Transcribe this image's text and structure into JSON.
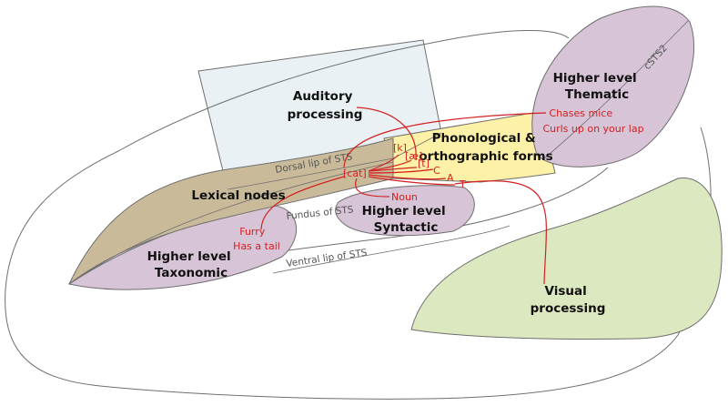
{
  "colors": {
    "outline": "#6e6e6e",
    "auditory_fill": "#e9f1f5",
    "lexical_fill": "#c9bb9a",
    "purple_fill": "#d7c4d6",
    "yellow_fill": "#fdf1a8",
    "visual_fill": "#dce8c0",
    "red": "#d42020",
    "text": "#111111",
    "grey_text": "#555555"
  },
  "regions": {
    "auditory": [
      "Auditory",
      "processing"
    ],
    "phonological": [
      "Phonological &",
      "orthographic forms"
    ],
    "thematic": [
      "Higher level",
      "Thematic"
    ],
    "lexical": [
      "Lexical nodes"
    ],
    "syntactic": [
      "Higher level",
      "Syntactic"
    ],
    "taxonomic": [
      "Higher level",
      "Taxonomic"
    ],
    "visual": [
      "Visual",
      "processing"
    ]
  },
  "landmarks": {
    "dorsal": "Dorsal lip of STS",
    "fundus": "Fundus of STS",
    "ventral": "Ventral lip of STS",
    "csts2": "cSTS2"
  },
  "semantic": {
    "word": "[cat]",
    "phonemes": [
      "[k]",
      "[æ]",
      "[t]"
    ],
    "letters": [
      "C",
      "A",
      "T"
    ],
    "syntactic": "Noun",
    "thematic": [
      "Chases mice",
      "Curls up on your lap"
    ],
    "taxonomic": [
      "Furry",
      "Has a tail"
    ]
  }
}
